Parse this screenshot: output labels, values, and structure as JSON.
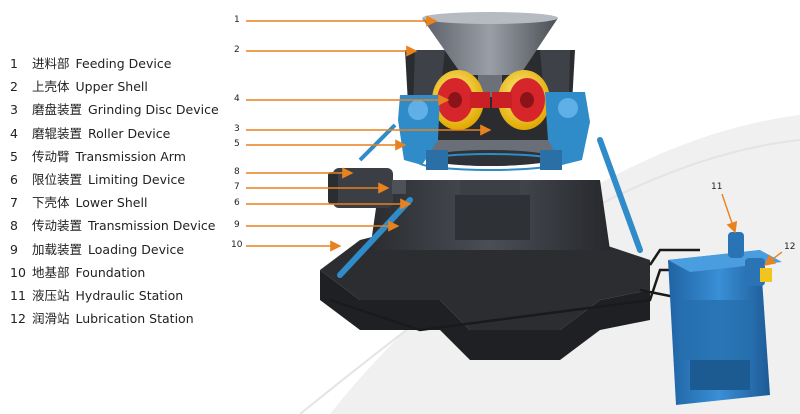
{
  "legend": [
    {
      "num": "1",
      "cn": "进料部",
      "en": "Feeding Device"
    },
    {
      "num": "2",
      "cn": "上壳体",
      "en": "Upper Shell"
    },
    {
      "num": "3",
      "cn": "磨盘装置",
      "en": "Grinding Disc Device"
    },
    {
      "num": "4",
      "cn": "磨辊装置",
      "en": "Roller Device"
    },
    {
      "num": "5",
      "cn": "传动臂",
      "en": "Transmission Arm"
    },
    {
      "num": "6",
      "cn": "限位装置",
      "en": "Limiting Device"
    },
    {
      "num": "7",
      "cn": "下壳体",
      "en": "Lower Shell"
    },
    {
      "num": "8",
      "cn": "传动装置",
      "en": "Transmission Device"
    },
    {
      "num": "9",
      "cn": "加载装置",
      "en": "Loading Device"
    },
    {
      "num": "10",
      "cn": "地基部",
      "en": "Foundation"
    },
    {
      "num": "11",
      "cn": "液压站",
      "en": "Hydraulic Station"
    },
    {
      "num": "12",
      "cn": "润滑站",
      "en": "Lubrication Station"
    }
  ],
  "callouts": {
    "c1": "1",
    "c2": "2",
    "c4": "4",
    "c3": "3",
    "c5": "5",
    "c8": "8",
    "c7": "7",
    "c6": "6",
    "c9": "9",
    "c10": "10",
    "c11": "11",
    "c12": "12"
  },
  "colors": {
    "arrow": "#e8821e",
    "body_dark": "#3a3d42",
    "roller_red": "#d6252b",
    "roller_yellow": "#f2c51c",
    "arm_blue": "#2f8cc8",
    "station_blue": "#2f7fc2"
  }
}
